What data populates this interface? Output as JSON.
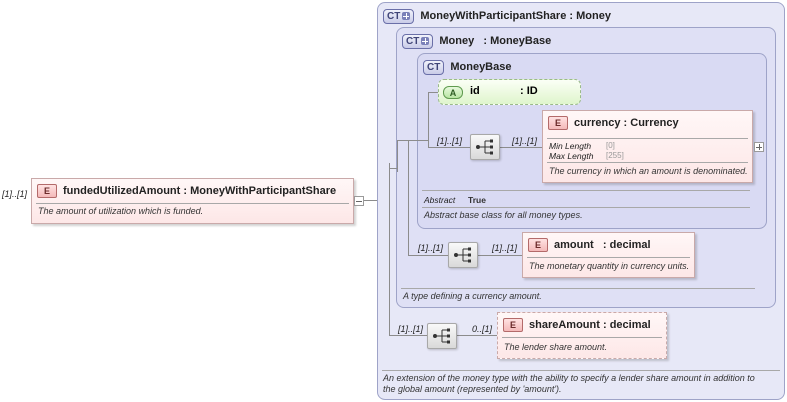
{
  "root": {
    "multiplicity": "[1]..[1]",
    "badge": "E",
    "name": "fundedUtilizedAmount",
    "type": ": MoneyWithParticipantShare",
    "doc": "The amount of utilization which is funded."
  },
  "ct_outer": {
    "badge": "CT",
    "name": "MoneyWithParticipantShare",
    "type": ": Money",
    "doc_line1": "An extension of the money type with the ability to specify a lender share amount in addition to",
    "doc_line2": "the global amount (represented by 'amount')."
  },
  "ct_money": {
    "badge": "CT",
    "name": "Money",
    "type": ": MoneyBase",
    "doc": "A type defining a currency amount."
  },
  "ct_moneybase": {
    "badge": "CT",
    "name": "MoneyBase",
    "abstract_label": "Abstract",
    "abstract_value": "True",
    "doc": "Abstract base class for all money types."
  },
  "attr_id": {
    "badge": "A",
    "name": "id",
    "type": ": ID"
  },
  "currency": {
    "mult_left": "[1]..[1]",
    "mult_right": "[1]..[1]",
    "badge": "E",
    "name": "currency",
    "type": ": Currency",
    "min_length_label": "Min Length",
    "min_length_value": "[0]",
    "max_length_label": "Max Length",
    "max_length_value": "[255]",
    "doc": "The currency in which an amount is denominated."
  },
  "amount": {
    "mult_left": "[1]..[1]",
    "mult_right": "[1]..[1]",
    "badge": "E",
    "name": "amount",
    "type": ": decimal",
    "doc": "The monetary quantity in currency units."
  },
  "share": {
    "mult_left": "[1]..[1]",
    "mult_right": "0..[1]",
    "badge": "E",
    "name": "shareAmount",
    "type": ": decimal",
    "doc": "The lender share amount."
  }
}
